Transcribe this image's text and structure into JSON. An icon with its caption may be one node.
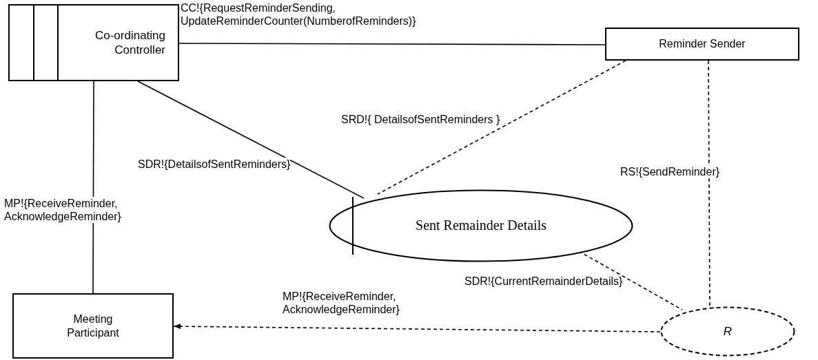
{
  "diagram": {
    "nodes": [
      {
        "text": [
          "Co-ordinating Controller"
        ]
      },
      {
        "text": [
          "Reminder Sender"
        ]
      },
      {
        "text": [
          "Sent Remainder Details"
        ]
      },
      {
        "text": [
          "Meeting Participant"
        ]
      },
      {
        "text": [
          "R"
        ]
      }
    ],
    "edges": [
      {
        "from": 0,
        "to": 1,
        "arrow": "none",
        "label": "CC!{RequestReminderSending, UpdateReminderCounter(NumberofReminders)}"
      },
      {
        "from": 0,
        "to": 2,
        "arrow": "none",
        "label": "SDR!{DetailsofSentReminders}"
      },
      {
        "from": 1,
        "to": 2,
        "arrow": "none",
        "style": "dashed",
        "label": "SRD!{ DetailsofSentReminders }"
      },
      {
        "from": 0,
        "to": 3,
        "arrow": "none",
        "label": "MP!{ReceiveReminder, AcknowledgeReminder}"
      },
      {
        "from": 1,
        "to": 4,
        "arrow": "none",
        "style": "dashed",
        "label": "RS!{SendReminder}"
      },
      {
        "from": 2,
        "to": 4,
        "arrow": "none",
        "style": "dashed",
        "label": "SDR!{CurrentRemainderDetails}"
      },
      {
        "from": 4,
        "to": 3,
        "arrow": "to",
        "style": "dashed",
        "label": "MP!{ReceiveReminder, AcknowledgeReminder}"
      }
    ]
  }
}
